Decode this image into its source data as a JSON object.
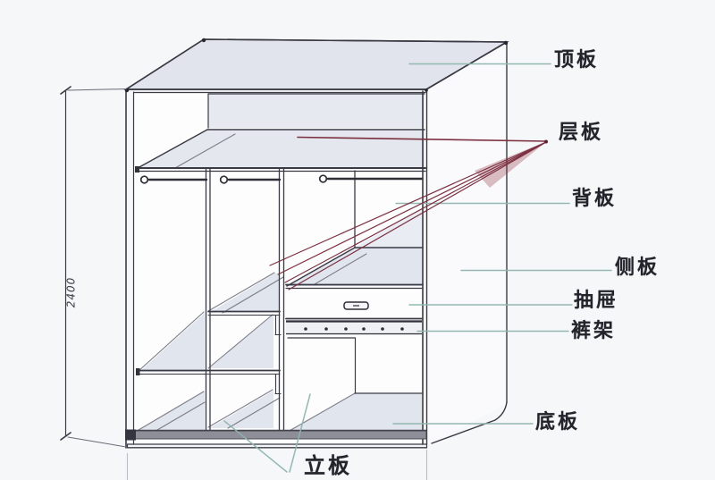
{
  "diagram": {
    "kind": "wardrobe-structure-diagram",
    "parts": [
      {
        "id": "top-board",
        "label": "顶板"
      },
      {
        "id": "shelf-board",
        "label": "层板"
      },
      {
        "id": "back-board",
        "label": "背板"
      },
      {
        "id": "side-board",
        "label": "侧板"
      },
      {
        "id": "drawer",
        "label": "抽屉"
      },
      {
        "id": "trouser-rack",
        "label": "裤架"
      },
      {
        "id": "bottom-board",
        "label": "底板"
      },
      {
        "id": "vertical-board",
        "label": "立板"
      }
    ],
    "dimension": {
      "value": "2400"
    },
    "colors": {
      "line": "#3a3a44",
      "annotation_teal": "#8fb5ae",
      "annotation_red": "#7b3040",
      "panel_shade": "#e1e4ec",
      "bottom_board_gray": "#8e8e98",
      "background": "#f6f7f9"
    }
  }
}
